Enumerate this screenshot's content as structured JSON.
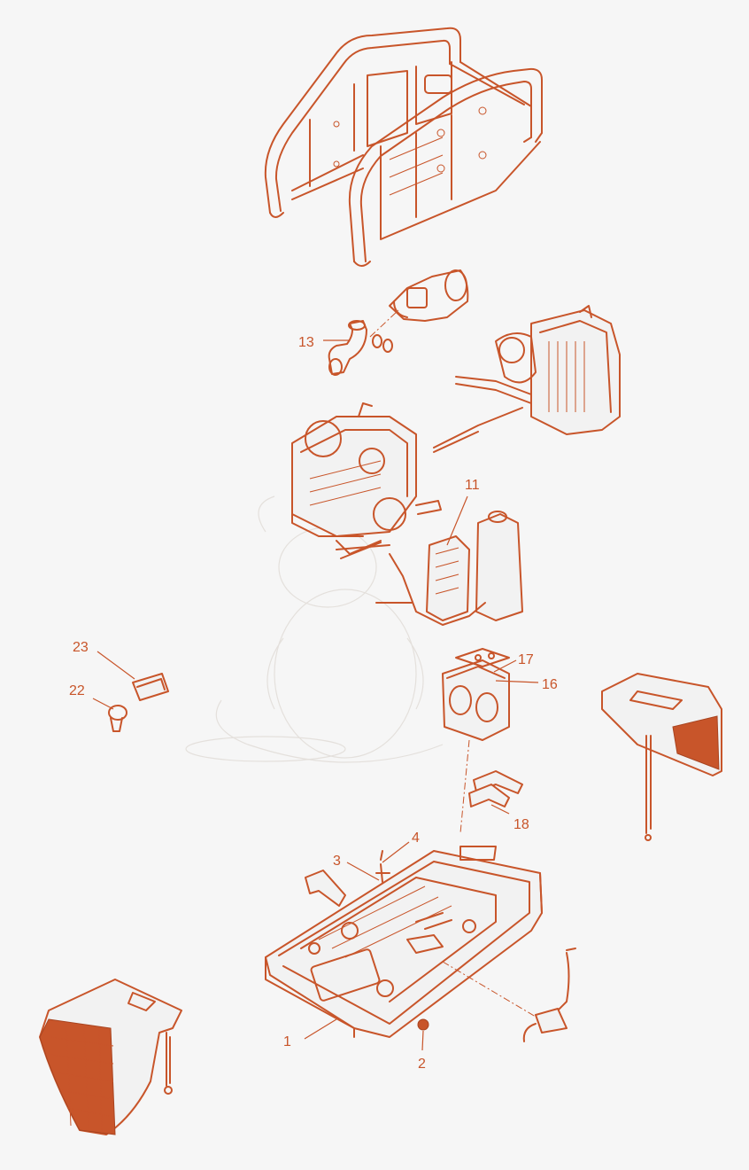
{
  "diagram": {
    "callouts": [
      {
        "id": "c1",
        "label": "1"
      },
      {
        "id": "c2",
        "label": "2"
      },
      {
        "id": "c3",
        "label": "3"
      },
      {
        "id": "c4",
        "label": "4"
      },
      {
        "id": "c11",
        "label": "11"
      },
      {
        "id": "c13",
        "label": "13"
      },
      {
        "id": "c16",
        "label": "16"
      },
      {
        "id": "c17",
        "label": "17"
      },
      {
        "id": "c18",
        "label": "18"
      },
      {
        "id": "c22",
        "label": "22"
      },
      {
        "id": "c23",
        "label": "23"
      }
    ],
    "colors": {
      "line": "#c8552a",
      "background": "#f6f6f6"
    }
  }
}
